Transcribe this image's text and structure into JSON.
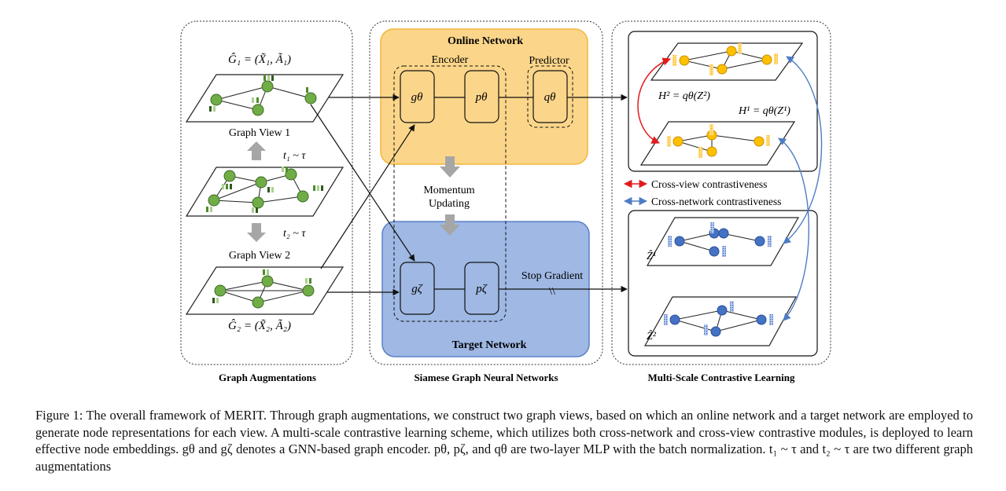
{
  "panels": {
    "augmentations": {
      "title": "Graph Augmentations",
      "view1_math": "Ĝ₁ = (X̃₁, Ã₁)",
      "view1_label": "Graph View 1",
      "aug1": "t₁ ~ τ",
      "aug2": "t₂ ~ τ",
      "view2_label": "Graph View 2",
      "view2_math": "Ĝ₂ = (X̃₂, Ã₂)"
    },
    "siamese": {
      "title": "Siamese Graph Neural Networks",
      "online_label": "Online Network",
      "encoder_label": "Encoder",
      "predictor_label": "Predictor",
      "g_theta": "gθ",
      "p_theta": "pθ",
      "q_theta": "qθ",
      "momentum_line1": "Momentum",
      "momentum_line2": "Updating",
      "target_label": "Target Network",
      "g_zeta": "gζ",
      "p_zeta": "pζ",
      "stop_gradient": "Stop Gradient",
      "stop_mark": "\\\\"
    },
    "contrastive": {
      "title": "Multi-Scale Contrastive Learning",
      "h2": "H² = qθ(Z²)",
      "h1": "H¹ = qθ(Z¹)",
      "legend_cross_view": "Cross-view contrastiveness",
      "legend_cross_network": "Cross-network contrastiveness",
      "z1": "Ẑ¹",
      "z2": "Ẑ²"
    }
  },
  "colors": {
    "online_fill": "#fbd68a",
    "online_border": "#f2b63a",
    "target_fill": "#9fb8e4",
    "target_border": "#5b80c8",
    "green_node": "#70ad47",
    "orange_node": "#ffc000",
    "blue_node": "#4472c4",
    "cross_view": "#e31a1c",
    "cross_network": "#4f7cc4"
  },
  "caption": [
    "Figure 1: The overall framework of MERIT. Through graph augmentations, we construct two graph views, based on which an online network and a target network are employed to generate node representations for each view. A multi-scale contrastive learning scheme, which utilizes both cross-network and cross-view contrastive modules, is deployed to learn effective node embeddings. gθ and gζ denotes a GNN-based graph encoder. pθ, pζ, and qθ are two-layer MLP with the batch normalization. t₁ ~ τ and t₂ ~ τ are two different graph augmentations"
  ]
}
